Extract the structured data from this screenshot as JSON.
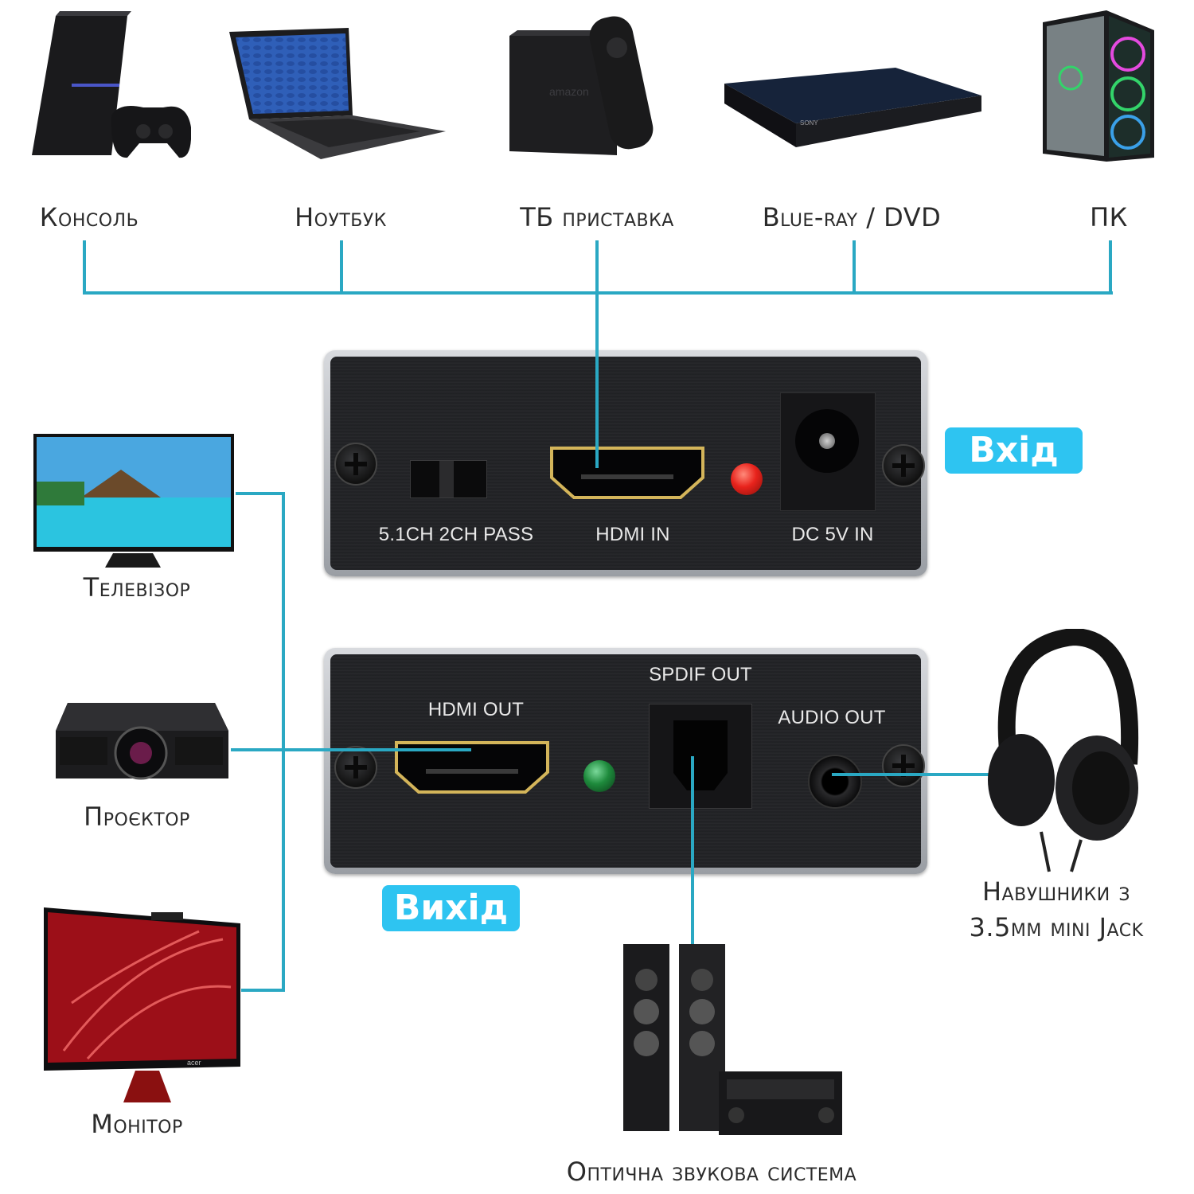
{
  "sources": {
    "console": "Консоль",
    "laptop": "Ноутбук",
    "tv_box": "ТБ приставка",
    "bluray": "Blue-ray / DVD",
    "pc": "ПК"
  },
  "input_badge": "Вхід",
  "output_badge": "Вихід",
  "input_panel": {
    "switch_label": "5.1CH 2CH PASS",
    "hdmi_in_label": "HDMI IN",
    "dc_label": "DC 5V IN"
  },
  "output_panel": {
    "hdmi_out_label": "HDMI OUT",
    "spdif_label": "SPDIF OUT",
    "audio_label": "AUDIO OUT"
  },
  "outputs": {
    "tv": "Телевізор",
    "projector": "Проєктор",
    "monitor": "Монітор",
    "headphones_line1": "Навушники з",
    "headphones_line2": "3.5мм mini Jack",
    "speakers": "Оптична звукова система"
  },
  "colors": {
    "connector_line": "#2aa8c3",
    "badge": "#2ec4f1",
    "led_input": "#e8231c",
    "led_output": "#1e8a3c",
    "hdmi_port_outline": "#d4b55a"
  },
  "device_brands": {
    "tv_box_logo": "amazon",
    "bluray_logo": "SONY",
    "monitor_logo": "acer"
  }
}
